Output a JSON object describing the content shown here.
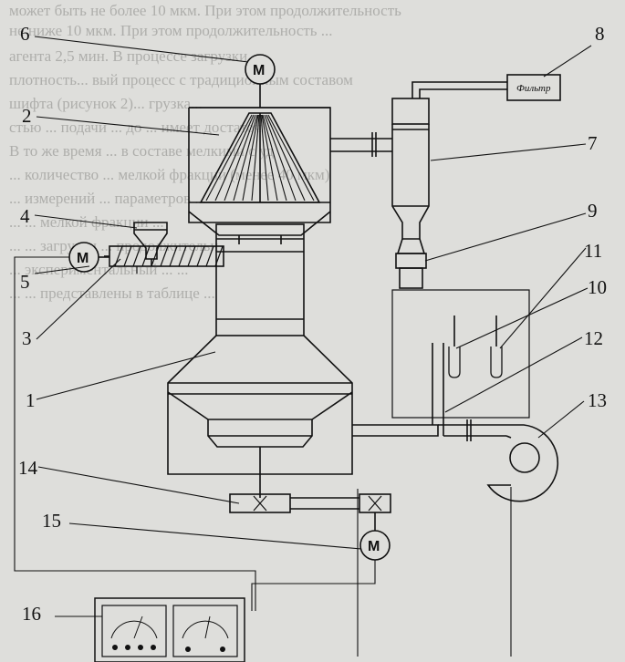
{
  "background_text": [
    "может быть не более 10 мкм. При этом продолжительность",
    "не ниже 10 мкм. При этом продолжительность ...",
    "агента 2,5 мин. В процессе загрузки...",
    "плотность... вый процесс с традиционным составом",
    "шифта (рисунок 2)... грузка...",
    "стью ... подачи ... до ... имеет достаточ",
    "В то же время ... в составе мелкими с уд",
    "... количество ... мелкой фракции (менее 40 мкм)",
    "... измерений ... параметров ...",
    "... ... мелкой фракции ...",
    "... ... загрузки ... продолжительн",
    "... экспериментальный ... ...",
    "... ... представлены в таблице ..."
  ],
  "labels": {
    "n1": "1",
    "n2": "2",
    "n3": "3",
    "n4": "4",
    "n5": "5",
    "n6": "6",
    "n7": "7",
    "n8": "8",
    "n9": "9",
    "n10": "10",
    "n11": "11",
    "n12": "12",
    "n13": "13",
    "n14": "14",
    "n15": "15",
    "n16": "16"
  },
  "motor_symbol": "М",
  "filter_label": "Фильтр",
  "colors": {
    "line": "#111111",
    "paper": "#dededb",
    "faint": "#aeaeab"
  }
}
